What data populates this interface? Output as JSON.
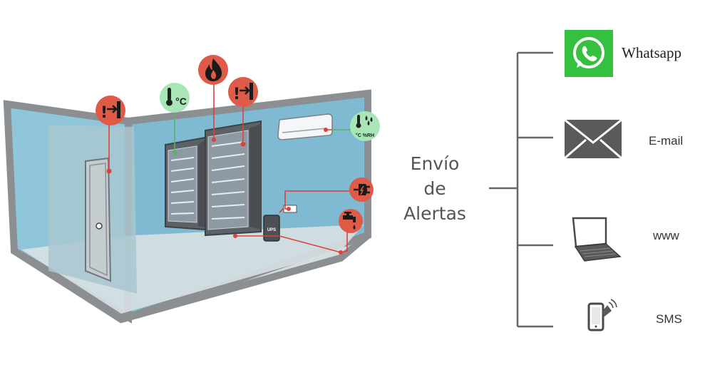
{
  "center": {
    "line1": "Envío",
    "line2": "de",
    "line3": "Alertas"
  },
  "channels": [
    {
      "label": "Whatsapp",
      "icon": "whatsapp-icon"
    },
    {
      "label": "E-mail",
      "icon": "envelope-icon"
    },
    {
      "label": "www",
      "icon": "laptop-icon"
    },
    {
      "label": "SMS",
      "icon": "mobile-phone-icon"
    }
  ],
  "sensors": {
    "temperature_unit": "°C",
    "humidity_text": "°C %RH",
    "ups_label": "UPS"
  },
  "icons": [
    "door-alarm-icon",
    "temperature-sensor-icon",
    "fire-icon",
    "door-alarm-icon",
    "temp-humidity-sensor-icon",
    "power-plug-icon",
    "water-leak-icon"
  ],
  "colors": {
    "alert_red": "#e05a48",
    "sensor_green": "#a8e6b8",
    "wall_blue": "#7fbfd6",
    "wall_frame": "#8c8f92",
    "floor": "#cfd8dc",
    "whatsapp_green": "#35c13f",
    "tree_line": "#666666"
  }
}
